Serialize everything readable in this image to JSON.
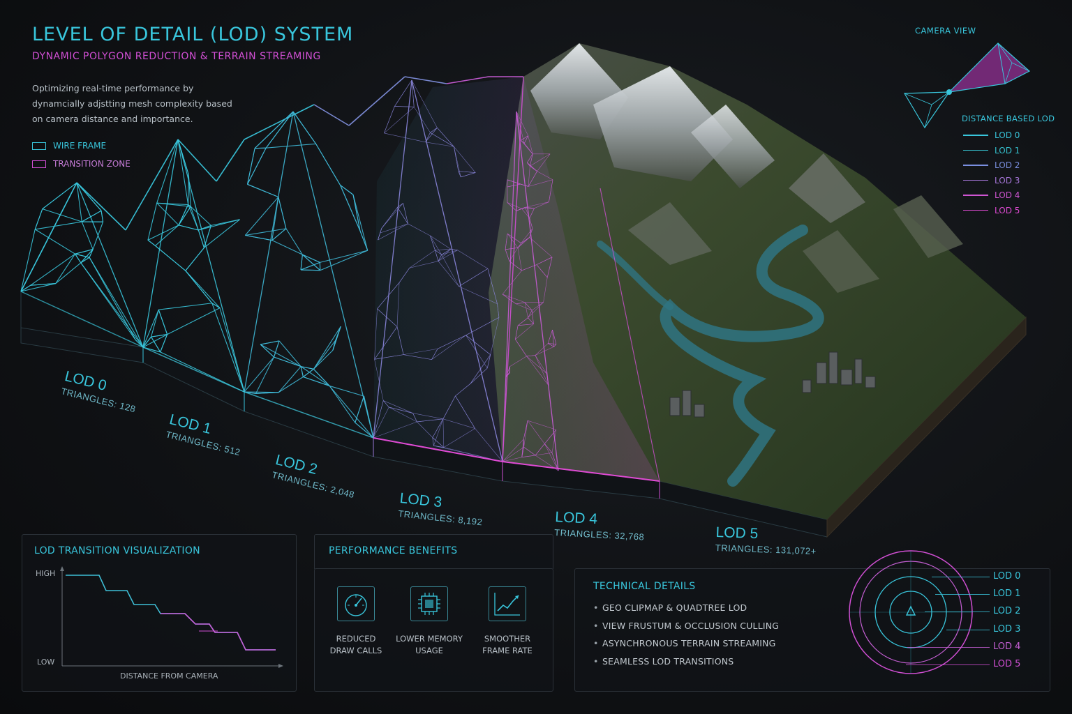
{
  "header": {
    "title": "LEVEL OF DETAIL (LOD) SYSTEM",
    "subtitle": "DYNAMIC POLYGON REDUCTION & TERRAIN STREAMING",
    "intro": "Optimizing real-time performance by dynamcially adjstting mesh complexity based on camera distance and importance."
  },
  "legend": {
    "wireframe": "WIRE FRAME",
    "transition": "TRANSITION ZONE"
  },
  "lods": [
    {
      "name": "LOD 0",
      "triangles": "TRIANGLES: 128",
      "color": "#39c6dc"
    },
    {
      "name": "LOD 1",
      "triangles": "TRIANGLES: 512",
      "color": "#39c6dc"
    },
    {
      "name": "LOD 2",
      "triangles": "TRIANGLES: 2,048",
      "color": "#39c6dc"
    },
    {
      "name": "LOD 3",
      "triangles": "TRIANGLES: 8,192",
      "color": "#39c6dc"
    },
    {
      "name": "LOD 4",
      "triangles": "TRIANGLES: 32,768",
      "color": "#39c6dc"
    },
    {
      "name": "LOD 5",
      "triangles": "TRIANGLES: 131,072+",
      "color": "#39c6dc"
    }
  ],
  "camera": {
    "title": "CAMERA VIEW",
    "distance_title": "DISTANCE BASED LOD",
    "levels": [
      {
        "label": "LOD 0",
        "color": "#39c6dc"
      },
      {
        "label": "LOD 1",
        "color": "#35c2cf"
      },
      {
        "label": "LOD 2",
        "color": "#7a8fe0"
      },
      {
        "label": "LOD 3",
        "color": "#a877dc"
      },
      {
        "label": "LOD 4",
        "color": "#cf55d2"
      },
      {
        "label": "LOD 5",
        "color": "#e04ad4"
      }
    ]
  },
  "transition_panel": {
    "title": "LOD TRANSITION VISUALIZATION",
    "y_high": "HIGH",
    "y_low": "LOW",
    "x_label": "DISTANCE FROM CAMERA"
  },
  "performance": {
    "title": "PERFORMANCE BENEFITS",
    "items": [
      {
        "line1": "REDUCED",
        "line2": "DRAW CALLS",
        "icon": "gauge-icon"
      },
      {
        "line1": "LOWER MEMORY",
        "line2": "USAGE",
        "icon": "chip-icon"
      },
      {
        "line1": "SMOOTHER",
        "line2": "FRAME RATE",
        "icon": "chart-trend-icon"
      }
    ]
  },
  "technical": {
    "title": "TECHNICAL DETAILS",
    "items": [
      "GEO CLIPMAP & QUADTREE LOD",
      "VIEW FRUSTUM & OCCLUSION CULLING",
      "ASYNCHRONOUS TERRAIN STREAMING",
      "SEAMLESS LOD TRANSITIONS"
    ],
    "rings": [
      {
        "label": "LOD 0",
        "color": "#39c6dc"
      },
      {
        "label": "LOD 1",
        "color": "#39c6dc"
      },
      {
        "label": "LOD 2",
        "color": "#39c6dc"
      },
      {
        "label": "LOD 3",
        "color": "#39c6dc"
      },
      {
        "label": "LOD 4",
        "color": "#c55fd4"
      },
      {
        "label": "LOD 5",
        "color": "#d14fd4"
      }
    ]
  }
}
